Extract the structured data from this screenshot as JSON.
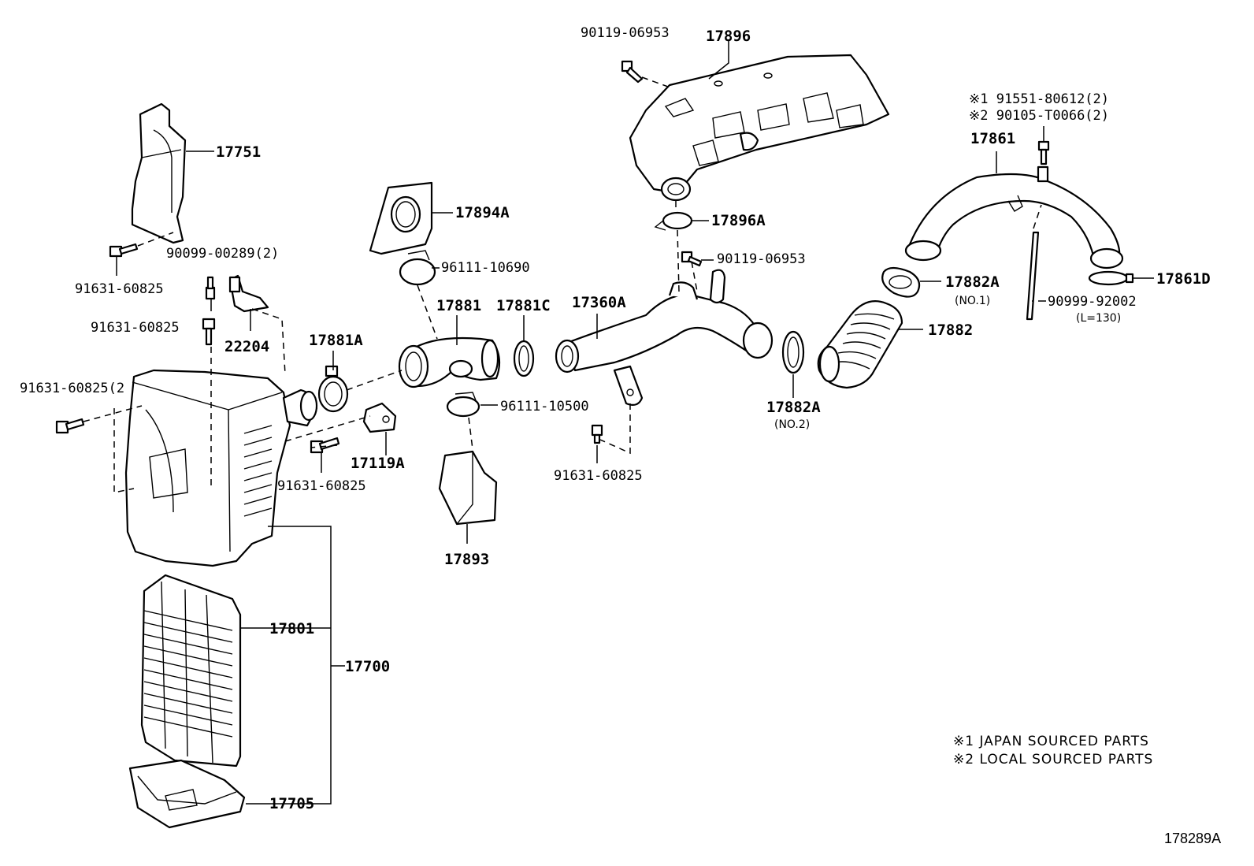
{
  "labels": {
    "p90119_top": "90119-06953",
    "p17896": "17896",
    "p91551": "※1 91551-80612(2)",
    "p90105": "※2 90105-T0066(2)",
    "p17861": "17861",
    "p17751": "17751",
    "p17894A": "17894A",
    "p17896A": "17896A",
    "p90119_mid": "90119-06953",
    "p17861D": "17861D",
    "p90099_00289": "90099-00289(2)",
    "p96111_10690": "96111-10690",
    "p17882A_no1": "17882A",
    "no1": "(NO.1)",
    "p90999": "90999-92002",
    "l130": "(L=130)",
    "p91631_a": "91631-60825",
    "p17881": "17881",
    "p17881C": "17881C",
    "p17360A": "17360A",
    "p91631_b": "91631-60825",
    "p17881A": "17881A",
    "p22204": "22204",
    "p17882": "17882",
    "p91631_c": "91631-60825(2",
    "p96111_10500": "96111-10500",
    "p17882A_no2": "17882A",
    "no2": "(NO.2)",
    "p17119A": "17119A",
    "p91631_d": "91631-60825",
    "p91631_e": "91631-60825",
    "p17893": "17893",
    "p17801": "17801",
    "p17700": "17700",
    "p17705": "17705"
  },
  "notes": {
    "japan": "※1 JAPAN SOURCED PARTS",
    "local": "※2 LOCAL SOURCED PARTS"
  },
  "figure_ref": "178289A"
}
